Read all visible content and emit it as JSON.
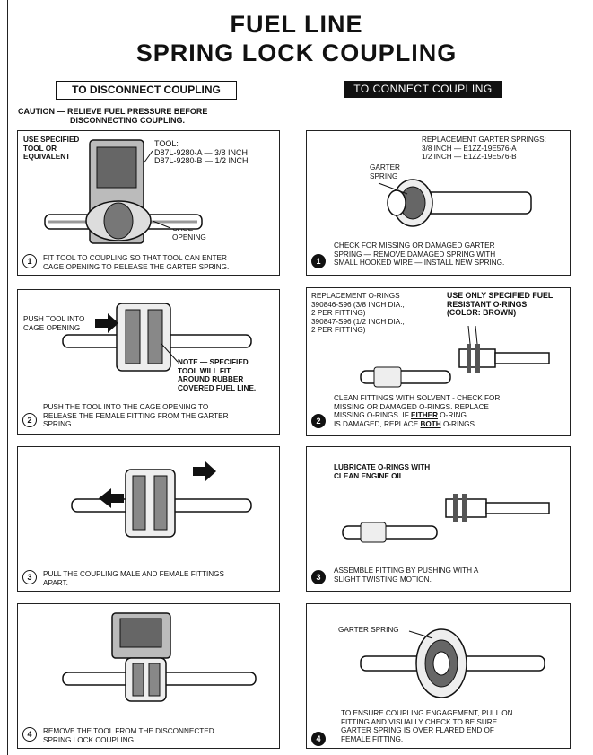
{
  "title": {
    "line1": "FUEL LINE",
    "line2": "SPRING LOCK COUPLING"
  },
  "headers": {
    "disconnect": "TO DISCONNECT COUPLING",
    "connect": "TO CONNECT COUPLING"
  },
  "caution": {
    "line1": "CAUTION — RELIEVE FUEL PRESSURE BEFORE",
    "line2": "DISCONNECTING COUPLING."
  },
  "left_panels": [
    {
      "number": "1",
      "label_a": [
        "USE SPECIFIED",
        "TOOL OR",
        "EQUIVALENT"
      ],
      "tool": [
        "TOOL:",
        "D87L-9280-A — 3/8 INCH",
        "D87L-9280-B — 1/2 INCH"
      ],
      "cage": [
        "CAGE",
        "OPENING"
      ],
      "caption": [
        "FIT TOOL TO COUPLING SO THAT TOOL CAN ENTER",
        "CAGE OPENING TO RELEASE THE GARTER SPRING."
      ]
    },
    {
      "number": "2",
      "push": [
        "PUSH TOOL INTO",
        "CAGE OPENING"
      ],
      "note": [
        "NOTE — SPECIFIED",
        "TOOL WILL FIT",
        "AROUND RUBBER",
        "COVERED FUEL LINE."
      ],
      "caption": [
        "PUSH THE TOOL INTO THE CAGE OPENING TO",
        "RELEASE THE FEMALE FITTING FROM THE GARTER",
        "SPRING."
      ]
    },
    {
      "number": "3",
      "caption": [
        "PULL THE COUPLING MALE AND FEMALE FITTINGS",
        "APART."
      ]
    },
    {
      "number": "4",
      "caption": [
        "REMOVE THE TOOL FROM THE DISCONNECTED",
        "SPRING LOCK COUPLING."
      ]
    }
  ],
  "right_panels": [
    {
      "number": "1",
      "springs": [
        "REPLACEMENT GARTER SPRINGS:",
        "3/8 INCH — E1ZZ-19E576-A",
        "1/2 INCH — E1ZZ-19E576-B"
      ],
      "garter": [
        "GARTER",
        "SPRING"
      ],
      "caption": [
        "CHECK FOR MISSING OR DAMAGED GARTER",
        "SPRING — REMOVE DAMAGED SPRING WITH",
        "SMALL HOOKED WIRE — INSTALL NEW SPRING."
      ]
    },
    {
      "number": "2",
      "orings": [
        "REPLACEMENT O-RINGS",
        "390846-S96 (3/8 INCH DIA.,",
        "2 PER FITTING)",
        "390847-S96 (1/2 INCH DIA.,",
        "2 PER FITTING)"
      ],
      "specified": [
        "USE ONLY SPECIFIED FUEL",
        "RESISTANT O-RINGS",
        "(COLOR: BROWN)"
      ],
      "caption1": "CLEAN FITTINGS WITH SOLVENT - CHECK FOR",
      "caption2": "MISSING OR DAMAGED O-RINGS. REPLACE",
      "caption3a": "MISSING O-RINGS. IF ",
      "caption3b": "EITHER",
      "caption3c": " O-RING",
      "caption4a": "IS DAMAGED, REPLACE ",
      "caption4b": "BOTH",
      "caption4c": " O-RINGS."
    },
    {
      "number": "3",
      "lube": [
        "LUBRICATE O-RINGS WITH",
        "CLEAN ENGINE OIL"
      ],
      "caption": [
        "ASSEMBLE FITTING BY PUSHING WITH A",
        "SLIGHT TWISTING MOTION."
      ]
    },
    {
      "number": "4",
      "garter": "GARTER SPRING",
      "caption": [
        "TO ENSURE COUPLING ENGAGEMENT, PULL ON",
        "FITTING AND VISUALLY CHECK TO BE SURE",
        "GARTER SPRING IS OVER FLARED END OF",
        "FEMALE FITTING."
      ]
    }
  ],
  "colors": {
    "ink": "#111111",
    "paper": "#ffffff",
    "shade": "#888888"
  }
}
